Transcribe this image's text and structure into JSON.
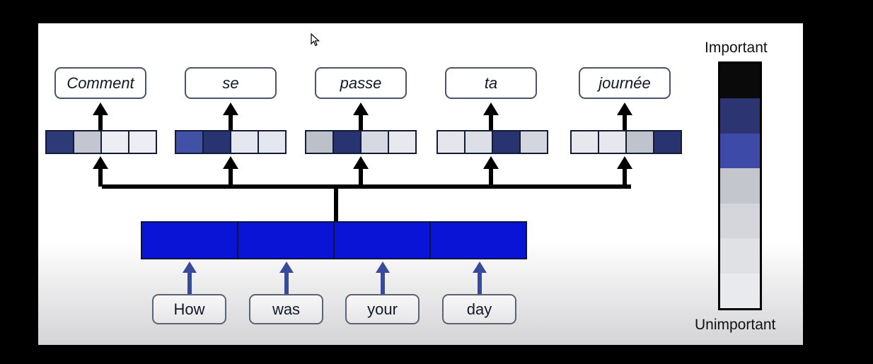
{
  "french_words": [
    "Comment",
    "se",
    "passe",
    "ta",
    "journée"
  ],
  "english_words": [
    "How",
    "was",
    "your",
    "day"
  ],
  "attention_vectors": [
    [
      "#2d3a78",
      "#c3c6d0",
      "#eceef3",
      "#eceef3"
    ],
    [
      "#4152a6",
      "#283471",
      "#e4e7ef",
      "#e4e7ef"
    ],
    [
      "#bcc0c9",
      "#283471",
      "#d6d9e1",
      "#e7e9ee"
    ],
    [
      "#e4e6ec",
      "#dcdfe6",
      "#283471",
      "#d3d6de"
    ],
    [
      "#e6e8ed",
      "#e6e8ed",
      "#bfc3cc",
      "#283471"
    ]
  ],
  "encoder_color": "#0a14d6",
  "legend": {
    "top_label": "Important",
    "bottom_label": "Unimportant",
    "bands": [
      "#0a0a0a",
      "#2c3572",
      "#3d4aa8",
      "#c4c6cd",
      "#d4d6db",
      "#e0e1e5",
      "#e9eaed"
    ]
  }
}
